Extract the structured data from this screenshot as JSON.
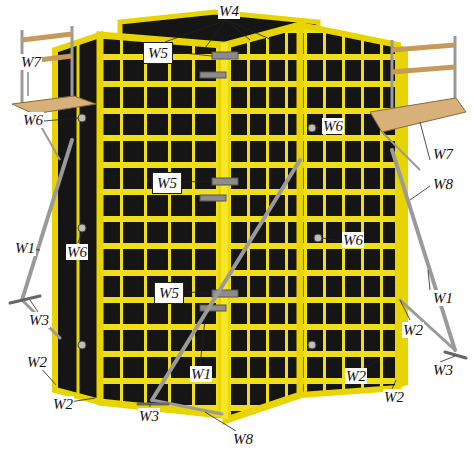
{
  "diagram": {
    "nodes": [
      {
        "text": [
          "W5"
        ]
      },
      {
        "text": [
          "W5"
        ]
      },
      {
        "text": [
          "W5"
        ]
      }
    ],
    "labels": [
      "W4",
      "W7",
      "W6",
      "W6",
      "W7",
      "W8",
      "W1",
      "W6",
      "W6",
      "W1",
      "W3",
      "W2",
      "W3",
      "W2",
      "W2",
      "W1",
      "W2",
      "W2",
      "W3",
      "W8"
    ]
  }
}
